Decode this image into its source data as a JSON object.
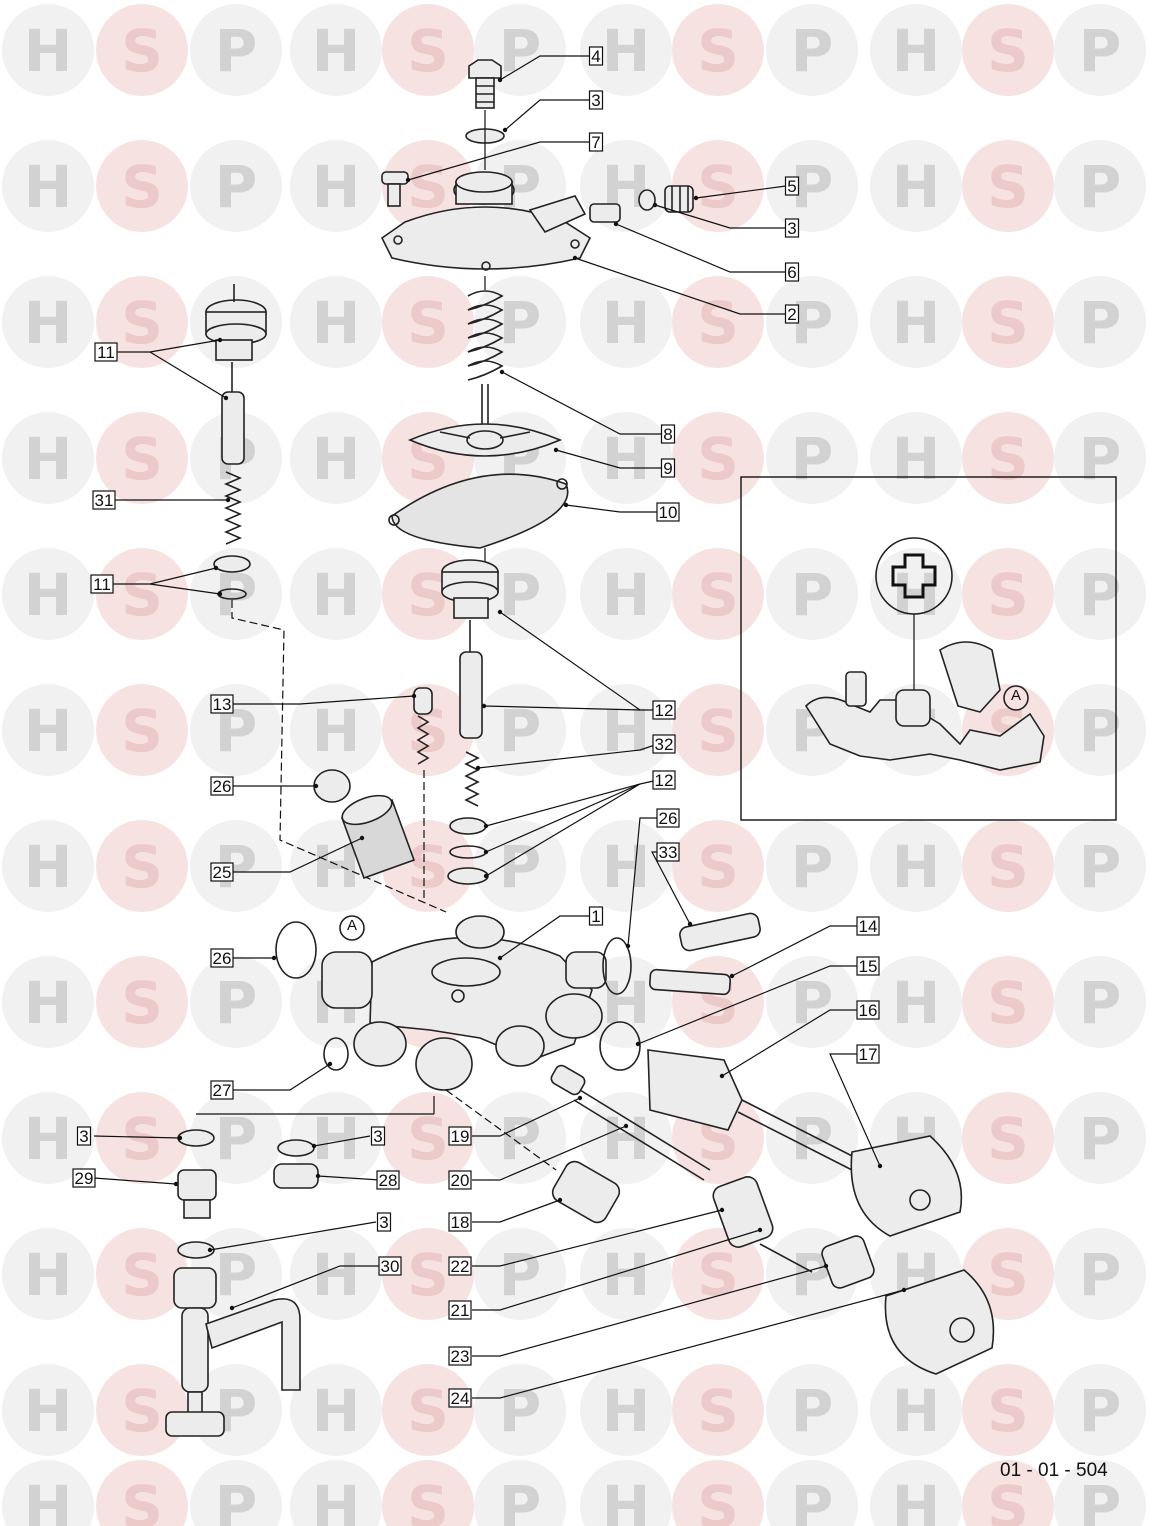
{
  "watermark": {
    "letters": [
      "H",
      "S",
      "P"
    ],
    "colors": {
      "letter": "#d2d2d2",
      "s_letter": "#eccaca",
      "circle": "#f1f1f1",
      "s_circle": "#f7e2e2"
    }
  },
  "diagram": {
    "drawing_code": {
      "prefix": "01 - 01 -",
      "number": "504"
    },
    "callouts": [
      "4",
      "3",
      "7",
      "5",
      "3",
      "6",
      "2",
      "8",
      "9",
      "10",
      "11",
      "31",
      "11",
      "13",
      "12",
      "32",
      "12",
      "26",
      "25",
      "26",
      "33",
      "1",
      "14",
      "15",
      "16",
      "17",
      "26",
      "27",
      "3",
      "3",
      "28",
      "29",
      "19",
      "20",
      "18",
      "22",
      "3",
      "30",
      "21",
      "23",
      "24"
    ],
    "markers": {
      "circle_label": "A"
    }
  }
}
